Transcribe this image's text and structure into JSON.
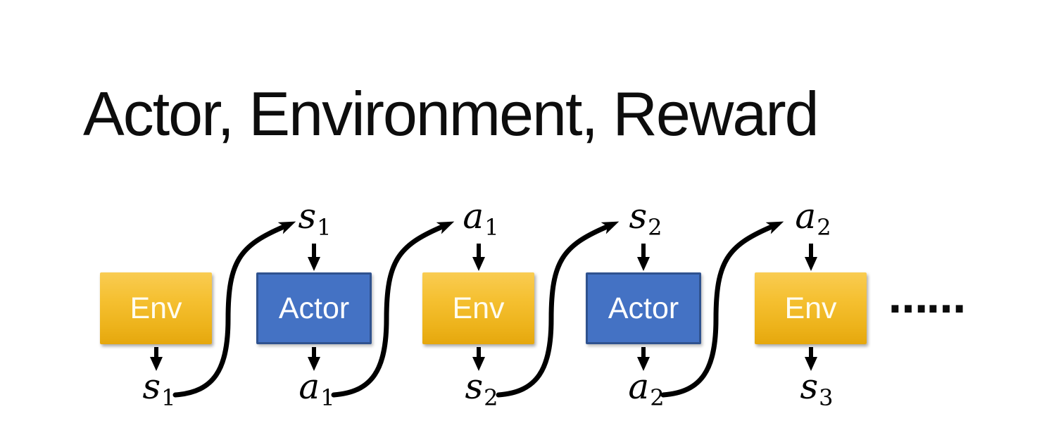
{
  "slide": {
    "title": "Actor, Environment, Reward",
    "ellipsis": "……"
  },
  "diagram": {
    "boxes": [
      {
        "label": "Env"
      },
      {
        "label": "Actor"
      },
      {
        "label": "Env"
      },
      {
        "label": "Actor"
      },
      {
        "label": "Env"
      }
    ],
    "top_labels": [
      {
        "base": "s",
        "sub": "1"
      },
      {
        "base": "a",
        "sub": "1"
      },
      {
        "base": "s",
        "sub": "2"
      },
      {
        "base": "a",
        "sub": "2"
      }
    ],
    "bottom_labels": [
      {
        "base": "s",
        "sub": "1"
      },
      {
        "base": "a",
        "sub": "1"
      },
      {
        "base": "s",
        "sub": "2"
      },
      {
        "base": "a",
        "sub": "2"
      },
      {
        "base": "s",
        "sub": "3"
      }
    ],
    "colors": {
      "env_gradient_top": "#F9CC52",
      "env_gradient_bottom": "#E5A70D",
      "actor_fill": "#4472C4",
      "actor_border": "#2F528F",
      "arrow": "#000000"
    }
  }
}
